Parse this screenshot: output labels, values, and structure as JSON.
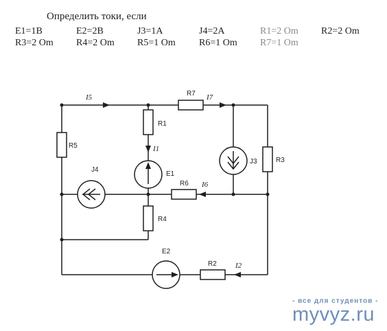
{
  "task": {
    "title": "Определить токи, если",
    "params": [
      {
        "id": "E1",
        "text": "E1=1B",
        "faint": false
      },
      {
        "id": "E2",
        "text": "E2=2B",
        "faint": false
      },
      {
        "id": "J3",
        "text": "J3=1A",
        "faint": false
      },
      {
        "id": "J4",
        "text": "J4=2A",
        "faint": false
      },
      {
        "id": "R1",
        "text": "R1=2 Om",
        "faint": true
      },
      {
        "id": "R2",
        "text": "R2=2 Om",
        "faint": false
      },
      {
        "id": "R3",
        "text": "R3=2 Om",
        "faint": false
      },
      {
        "id": "R4",
        "text": "R4=2 Om",
        "faint": false
      },
      {
        "id": "R5",
        "text": "R5=1 Om",
        "faint": false
      },
      {
        "id": "R6",
        "text": "R6=1 Om",
        "faint": false
      },
      {
        "id": "R7",
        "text": "R7=1 Om",
        "faint": true
      }
    ]
  },
  "circuit": {
    "components": {
      "R1": "R1",
      "R2": "R2",
      "R3": "R3",
      "R4": "R4",
      "R5": "R5",
      "R6": "R6",
      "R7": "R7",
      "E1": "E1",
      "E2": "E2",
      "J3": "J3",
      "J4": "J4"
    },
    "currents": {
      "i5": "I5",
      "i7": "I7",
      "i1": "I1",
      "i6": "I6",
      "i2": "I2"
    }
  },
  "watermark": {
    "tagline": "- все для студентов -",
    "brand": "myvyz.ru"
  }
}
